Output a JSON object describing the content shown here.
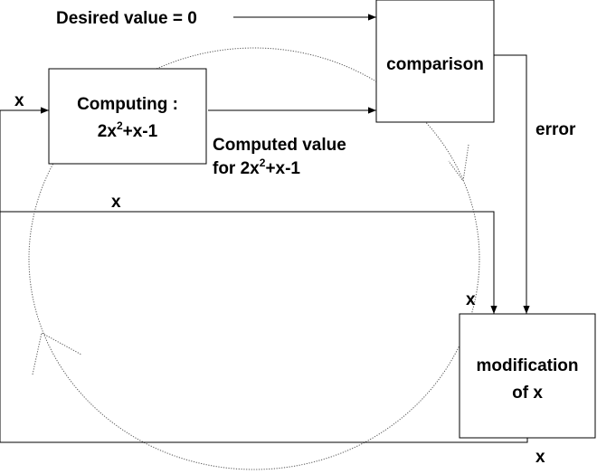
{
  "labels": {
    "desired": "Desired value = 0",
    "comparison": "comparison",
    "computing_line1": "Computing :",
    "computing_line2_base": "2x",
    "computing_line2_exp": "2",
    "computing_line2_rest": "+x-1",
    "computed_line1": "Computed value",
    "computed_line2_base": "for 2x",
    "computed_line2_exp": "2",
    "computed_line2_rest": "+x-1",
    "error": "error",
    "modification_line1": "modification",
    "modification_line2": "of x",
    "x_input": "x",
    "x_top": "x",
    "x_mod_in": "x",
    "x_mod_out": "x"
  }
}
